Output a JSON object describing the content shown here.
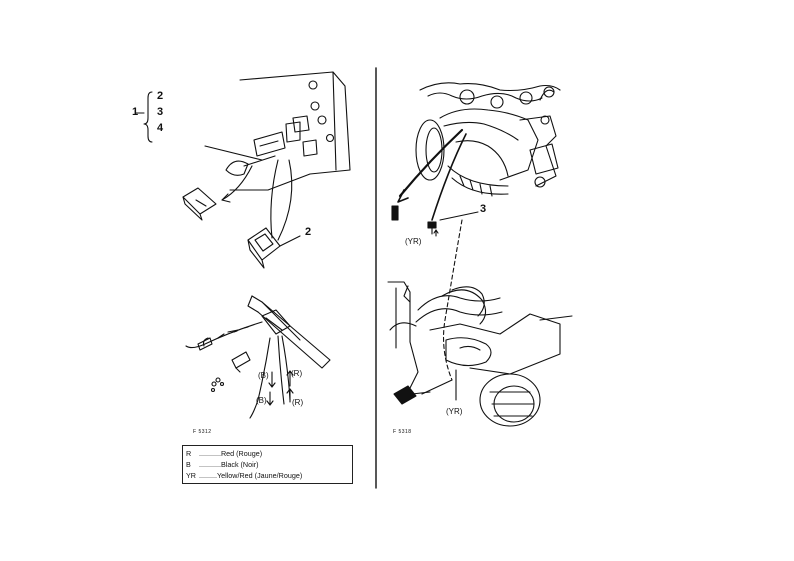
{
  "callouts": {
    "group_main": "1",
    "group_top": "2",
    "group_mid": "3",
    "group_bottom": "4",
    "switch": "2",
    "connector_right": "3"
  },
  "wire_labels": {
    "b_upper": "(B)",
    "r_upper": "(R)",
    "b_lower": "(B)",
    "r_lower": "(R)",
    "yr_upper": "(YR)",
    "yr_lower": "(YR)"
  },
  "figure_codes": {
    "left": "F 5312",
    "right": "F 5318"
  },
  "legend": {
    "items": [
      {
        "code": "R",
        "dots": "...........",
        "text": "Red (Rouge)"
      },
      {
        "code": "B",
        "dots": "...........",
        "text": "Black (Noir)"
      },
      {
        "code": "YR",
        "dots": ".........",
        "text": "Yellow/Red (Jaune/Rouge)"
      }
    ]
  }
}
